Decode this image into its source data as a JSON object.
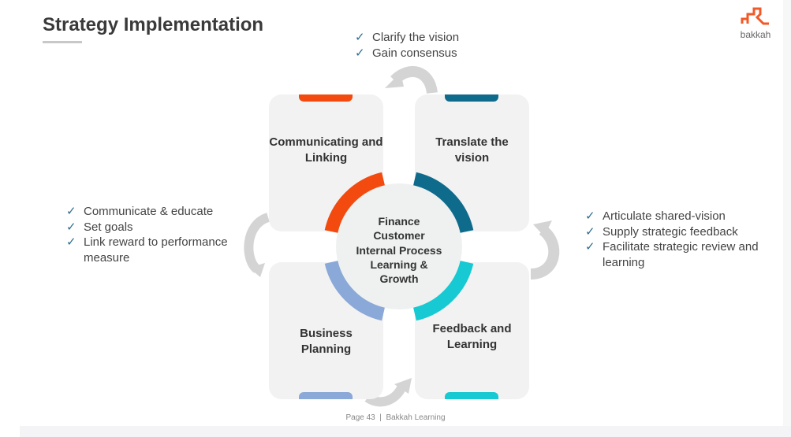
{
  "title": "Strategy Implementation",
  "logo": {
    "text": "bakkah"
  },
  "top_list": [
    "Clarify the vision",
    "Gain consensus"
  ],
  "left_list": [
    "Communicate & educate",
    "Set goals",
    "Link reward to performance measure"
  ],
  "right_list": [
    "Articulate shared-vision",
    "Supply strategic feedback",
    "Facilitate strategic review and learning"
  ],
  "boxes": [
    {
      "label": "Communicating and Linking",
      "color": "#f24a0f"
    },
    {
      "label": "Translate the vision",
      "color": "#0f6b8c"
    },
    {
      "label": "Business Planning",
      "color": "#8aa8d8"
    },
    {
      "label": "Feedback and Learning",
      "color": "#16c9d2"
    }
  ],
  "center": {
    "lines": [
      "Finance",
      "Customer",
      "Internal Process",
      "Learning &",
      "Growth"
    ]
  },
  "footer": "Page 43  |  Bakkah Learning",
  "check": "✓"
}
